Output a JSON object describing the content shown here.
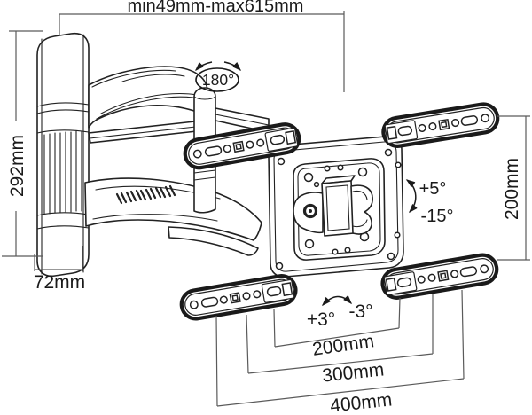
{
  "diagram": {
    "background": "#ffffff",
    "drawing_color": "#222222",
    "dimension_color": "#5a5a5a",
    "text_color": "#1a1a1a"
  },
  "dimensions": {
    "extension_range": "min49mm-max615mm",
    "wall_plate_height": "292mm",
    "wall_plate_depth": "72mm",
    "vesa_vertical": "200mm",
    "vesa_width_small": "200mm",
    "vesa_width_medium": "300mm",
    "vesa_width_large": "400mm"
  },
  "angles": {
    "swivel": "180°",
    "tilt_up": "+5°",
    "tilt_down": "-15°",
    "level_plus": "+3°",
    "level_minus": "-3°"
  }
}
